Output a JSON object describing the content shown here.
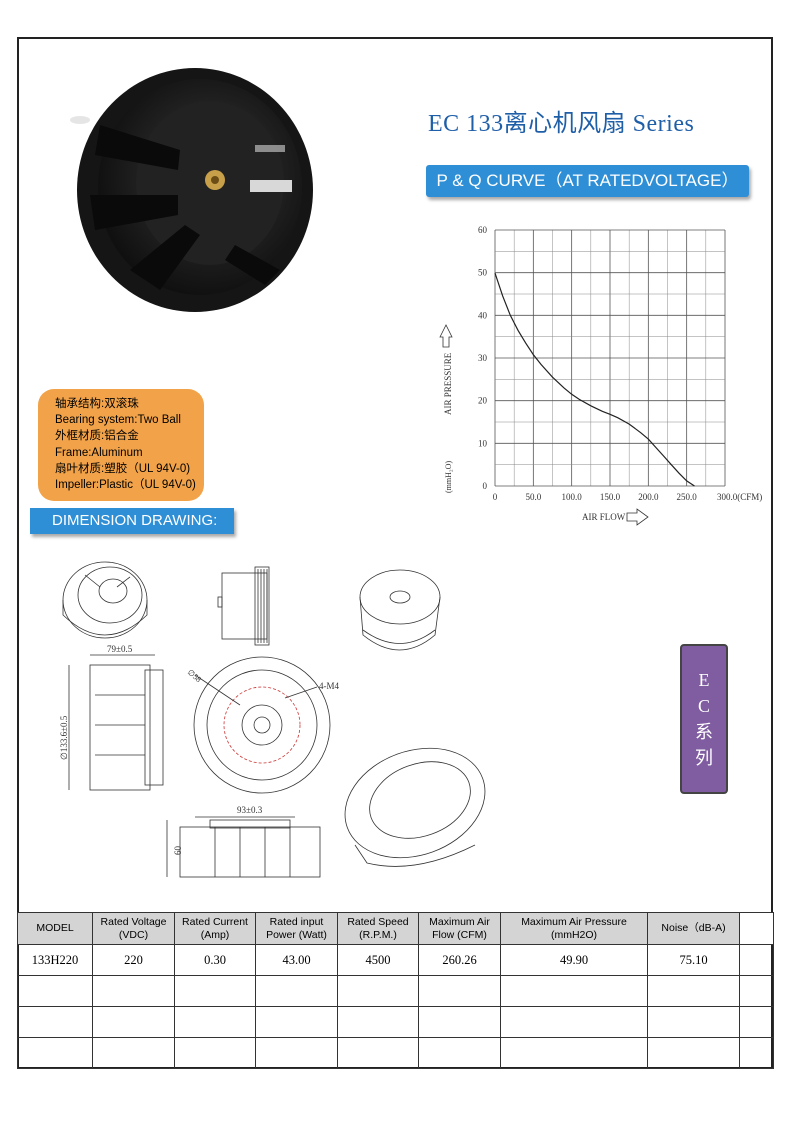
{
  "title": "EC 133离心机风扇 Series",
  "pq_banner": "P & Q CURVE（AT RATEDVOLTAGE）",
  "info_box": [
    "轴承结构:双滚珠",
    "Bearing system:Two Ball",
    "外框材质:铝合金",
    "Frame:Aluminum",
    "扇叶材质:塑胶（UL 94V-0)",
    "Impeller:Plastic（UL 94V-0)"
  ],
  "dimension_banner": "DIMENSION DRAWING:",
  "ec_box": [
    "E",
    "C",
    "系",
    "列"
  ],
  "drawing_labels": {
    "width_top": "79±0.5",
    "diameter": "∅133.6±0.5",
    "hole_dia": "∅58",
    "screw": "4-M4",
    "width_bottom": "93±0.3",
    "height": "60"
  },
  "chart_data": {
    "type": "line",
    "xlabel": "AIR FLOW",
    "ylabel": "AIR PRESSURE",
    "yunit": "(mmH₂O)",
    "xunit": "(CFM)",
    "xlim": [
      0,
      300
    ],
    "ylim": [
      0,
      60
    ],
    "x_ticks": [
      "0",
      "50.0",
      "100.0",
      "150.0",
      "200.0",
      "250.0",
      "300.0"
    ],
    "y_ticks": [
      "0",
      "10",
      "20",
      "30",
      "40",
      "50",
      "60"
    ],
    "grid": true,
    "series": [
      {
        "x": [
          0,
          10,
          20,
          30,
          40,
          50,
          60,
          75,
          90,
          100,
          110,
          125,
          140,
          150,
          160,
          175,
          190,
          200,
          210,
          220,
          230,
          240,
          250,
          260.26
        ],
        "y": [
          49.9,
          44.5,
          40,
          36.5,
          33.5,
          30.8,
          28.5,
          25.5,
          23,
          21.5,
          20.3,
          18.8,
          17.5,
          16.8,
          16,
          14.5,
          12.5,
          11,
          9,
          7,
          5,
          3,
          1.2,
          0
        ]
      }
    ]
  },
  "table": {
    "headers": [
      "MODEL",
      "Rated Voltage (VDC)",
      "Rated Current (Amp)",
      "Rated input Power (Watt)",
      "Rated Speed (R.P.M.)",
      "Maximum Air Flow (CFM)",
      "Maximum Air Pressure (mmH2O)",
      "Noise（dB-A)",
      ""
    ],
    "rows": [
      [
        "133H220",
        "220",
        "0.30",
        "43.00",
        "4500",
        "260.26",
        "49.90",
        "75.10",
        ""
      ],
      [
        "",
        "",
        "",
        "",
        "",
        "",
        "",
        "",
        ""
      ],
      [
        "",
        "",
        "",
        "",
        "",
        "",
        "",
        "",
        ""
      ],
      [
        "",
        "",
        "",
        "",
        "",
        "",
        "",
        "",
        ""
      ]
    ]
  }
}
